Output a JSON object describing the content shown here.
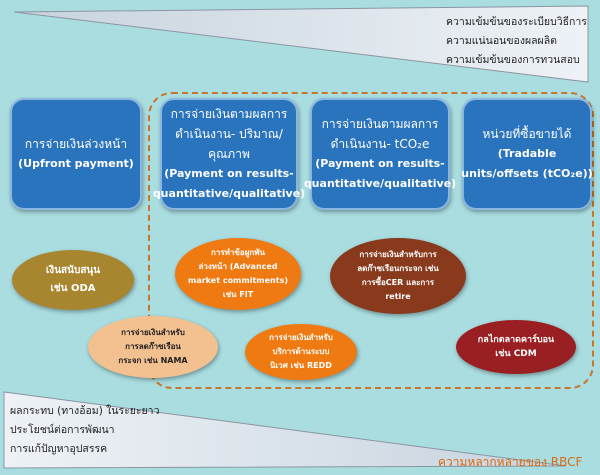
{
  "top_wedge": {
    "lines": [
      "ความเข้มข้นของระเบียบวิธีการ",
      "ความแน่นอนของผลผลิต",
      "ความเข้มข้นของการทวนสอบ"
    ]
  },
  "bottom_wedge": {
    "lines": [
      "ผลกระทบ (ทางอ้อม) ในระยะยาว",
      "ประโยชน์ต่อการพัฒนา",
      "การแก้ปัญหาอุปสรรค"
    ]
  },
  "boxes": [
    {
      "lines": [
        "การจ่ายเงินล่วงหน้า",
        "(Upfront payment)"
      ]
    },
    {
      "lines": [
        "การจ่ายเงินตามผลการ",
        "ดำเนินงาน- ปริมาณ/",
        "คุณภาพ",
        "(Payment on results-",
        "quantitative/qualitative)"
      ]
    },
    {
      "lines": [
        "การจ่ายเงินตามผลการ",
        "ดำเนินงาน- tCO₂e",
        "(Payment on results-",
        "quantitative/qualitative)"
      ]
    },
    {
      "lines": [
        "หน่วยที่ซื้อขายได้",
        "(Tradable",
        "units/offsets (tCO₂e))"
      ]
    }
  ],
  "ellipses": [
    {
      "lines": [
        "เงินสนับสนุน",
        "เช่น ODA"
      ]
    },
    {
      "lines": [
        "การทำข้อผูกพัน",
        "ล่วงหน้า (Advanced",
        "market commitments)",
        "เช่น FIT"
      ]
    },
    {
      "lines": [
        "การจ่ายเงินสำหรับการ",
        "ลดก๊าซเรือนกระจก เช่น",
        "การซื้อCER และการ",
        "retire"
      ]
    },
    {
      "lines": [
        "การจ่ายเงินสำหรับ",
        "การลดก๊าซเรือน",
        "กระจก เช่น NAMA"
      ]
    },
    {
      "lines": [
        "การจ่ายเงินสำหรับ",
        "บริการด้านระบบ",
        "นิเวศ เช่น REDD"
      ]
    },
    {
      "lines": [
        "กลไกตลาดคาร์บอน",
        "เช่น CDM"
      ]
    }
  ],
  "caption": "ความหลากหลายของ RBCF",
  "colors": {
    "background": "#a9dde0",
    "box_fill": "#2a73bd",
    "ellipse_brown": "#8a3a1c",
    "ellipse_orange": "#f07a12",
    "ellipse_peach": "#f3c190",
    "ellipse_crimson": "#9a1f23",
    "ellipse_olive": "#a8862f",
    "dashed_border": "#c8772a",
    "caption": "#d86b12"
  }
}
